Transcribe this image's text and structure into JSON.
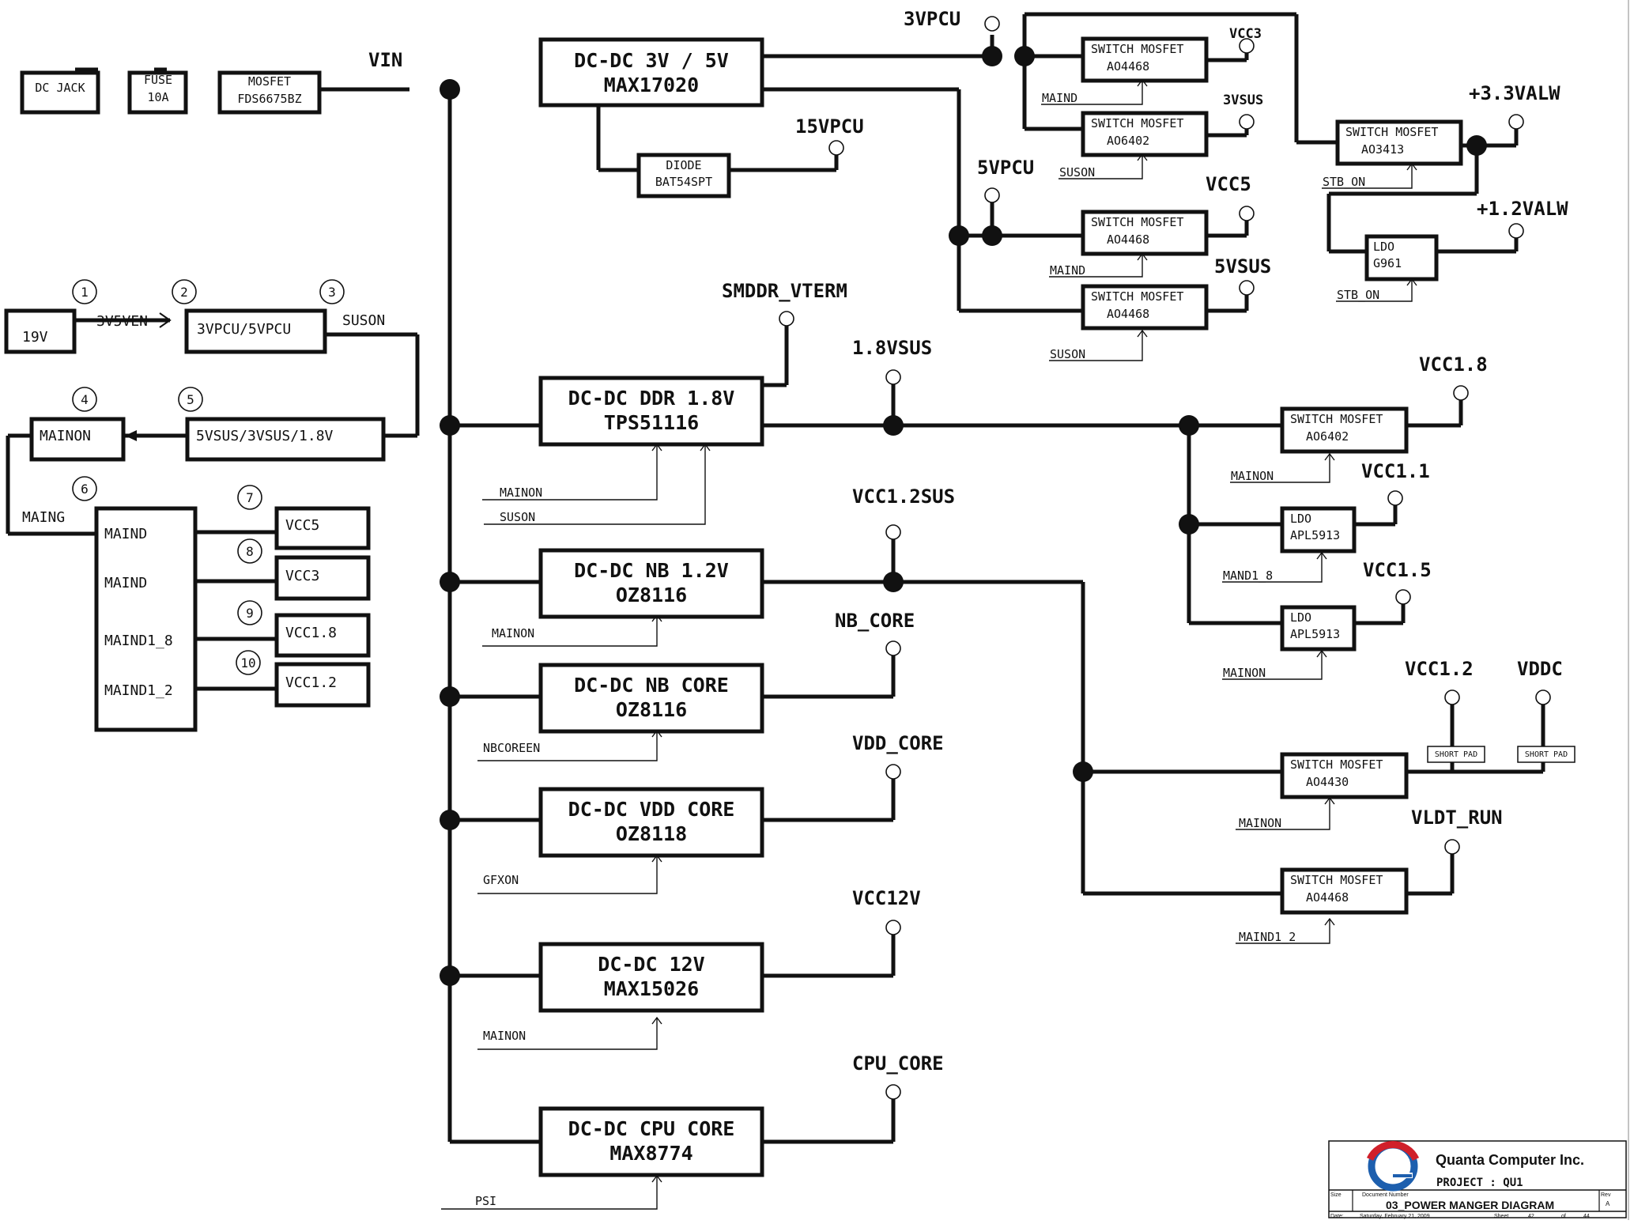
{
  "input_chain": {
    "dc_jack": "DC JACK",
    "fuse": [
      "FUSE",
      "10A"
    ],
    "mosfet": [
      "MOSFET",
      "FDS6675BZ"
    ],
    "vin": "VIN"
  },
  "converters": {
    "main_3v5v": [
      "DC-DC 3V / 5V",
      "MAX17020"
    ],
    "diode": [
      "DIODE",
      "BAT54SPT"
    ],
    "ddr": [
      "DC-DC DDR 1.8V",
      "TPS51116"
    ],
    "nb12": [
      "DC-DC NB 1.2V",
      "OZ8116"
    ],
    "nbcore": [
      "DC-DC NB CORE",
      "OZ8116"
    ],
    "vddcore": [
      "DC-DC VDD CORE",
      "OZ8118"
    ],
    "v12": [
      "DC-DC 12V",
      "MAX15026"
    ],
    "cpucore": [
      "DC-DC CPU CORE",
      "MAX8774"
    ]
  },
  "switches": {
    "vcc3": [
      "SWITCH MOSFET",
      "AO4468"
    ],
    "v3sus": [
      "SWITCH MOSFET",
      "AO6402"
    ],
    "v33alw": [
      "SWITCH MOSFET",
      "AO3413"
    ],
    "ldo_g961": [
      "LDO",
      "G961"
    ],
    "vcc5": [
      "SWITCH MOSFET",
      "AO4468"
    ],
    "v5sus": [
      "SWITCH MOSFET",
      "AO4468"
    ],
    "vcc18": [
      "SWITCH MOSFET",
      "AO6402"
    ],
    "ldo_11": [
      "LDO",
      "APL5913"
    ],
    "ldo_15": [
      "LDO",
      "APL5913"
    ],
    "ao4430": [
      "SWITCH MOSFET",
      "AO4430"
    ],
    "vldt": [
      "SWITCH MOSFET",
      "AO4468"
    ]
  },
  "rails": {
    "vpcu3": "3VPCU",
    "vcc3": "VCC3",
    "v3sus": "3VSUS",
    "v33alw": "+3.3VALW",
    "v12alw": "+1.2VALW",
    "vpcu15": "15VPCU",
    "vpcu5": "5VPCU",
    "vcc5": "VCC5",
    "v5sus": "5VSUS",
    "smddr": "SMDDR_VTERM",
    "v18sus": "1.8VSUS",
    "vcc18": "VCC1.8",
    "vcc11": "VCC1.1",
    "vcc15": "VCC1.5",
    "vcc12sus": "VCC1.2SUS",
    "nbcore": "NB_CORE",
    "vcc12": "VCC1.2",
    "vddc": "VDDC",
    "vldt": "VLDT_RUN",
    "vddcore": "VDD_CORE",
    "vcc12v": "VCC12V",
    "cpucore": "CPU_CORE"
  },
  "controls": {
    "maind_a": "MAIND",
    "suson_a": "SUSON",
    "stbon_a": "STB_ON",
    "maind_b": "MAIND",
    "suson_b": "SUSON",
    "stbon_b": "STB_ON",
    "ddr_mainon": "MAINON",
    "ddr_suson": "SUSON",
    "vcc18_mainon": "MAINON",
    "mand18": "MAND1_8",
    "ldo15_mainon": "MAINON",
    "nb_mainon": "MAINON",
    "ao4430_mainon": "MAINON",
    "nbcoreen": "NBCOREEN",
    "maind12": "MAIND1_2",
    "gfxon": "GFXON",
    "v12_mainon": "MAINON",
    "psi": "PSI"
  },
  "pads": {
    "a": "SHORT PAD",
    "b": "SHORT PAD"
  },
  "sequence": {
    "nums": [
      "1",
      "2",
      "3",
      "4",
      "5",
      "6",
      "7",
      "8",
      "9",
      "10"
    ],
    "b19v": "19V",
    "v3v5ven": "3V5VEN",
    "b3vpcu": "3VPCU/5VPCU",
    "suson": "SUSON",
    "mainon": "MAINON",
    "b5vsus": "5VSUS/3VSUS/1.8V",
    "maing": "MAING",
    "maind_list": [
      "MAIND",
      "MAIND",
      "MAIND1_8",
      "MAIND1_2"
    ],
    "outs": [
      "VCC5",
      "VCC3",
      "VCC1.8",
      "VCC1.2"
    ]
  },
  "title_block": {
    "company": "Quanta Computer Inc.",
    "project": "PROJECT : QU1",
    "size_label": "Size",
    "docnum_label": "Document Number",
    "doc_title": "03_POWER MANGER DIAGRAM",
    "rev_label": "Rev",
    "rev": "A",
    "date_label": "Date:",
    "date": "Saturday, February 21, 2009",
    "sheet_label": "Sheet",
    "sheet": "42",
    "of_label": "of",
    "total": "44"
  },
  "colors": {
    "ink": "#111111",
    "logo_red": "#d0202a",
    "logo_blue": "#1d5fae"
  }
}
